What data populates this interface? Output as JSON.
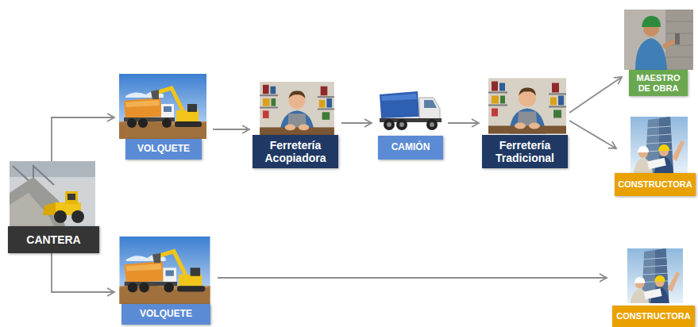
{
  "diagram": {
    "nodes": [
      {
        "text": [
          "CANTERA"
        ]
      },
      {
        "text": [
          "VOLQUETE"
        ]
      },
      {
        "text": [
          "Ferretería Acopiadora"
        ]
      },
      {
        "text": [
          "CAMIÓN"
        ]
      },
      {
        "text": [
          "Ferretería Tradicional"
        ]
      },
      {
        "text": [
          "MAESTRO DE OBRA"
        ]
      },
      {
        "text": [
          "CONSTRUCTORA"
        ]
      },
      {
        "text": [
          "VOLQUETE"
        ]
      },
      {
        "text": [
          "CONSTRUCTORA"
        ]
      }
    ],
    "edges": [
      {
        "from": 0,
        "to": 1,
        "arrow": "to"
      },
      {
        "from": 1,
        "to": 2,
        "arrow": "to"
      },
      {
        "from": 2,
        "to": 3,
        "arrow": "to"
      },
      {
        "from": 3,
        "to": 4,
        "arrow": "to"
      },
      {
        "from": 4,
        "to": 5,
        "arrow": "to"
      },
      {
        "from": 4,
        "to": 6,
        "arrow": "to"
      },
      {
        "from": 0,
        "to": 7,
        "arrow": "to"
      },
      {
        "from": 7,
        "to": 8,
        "arrow": "to"
      }
    ]
  }
}
